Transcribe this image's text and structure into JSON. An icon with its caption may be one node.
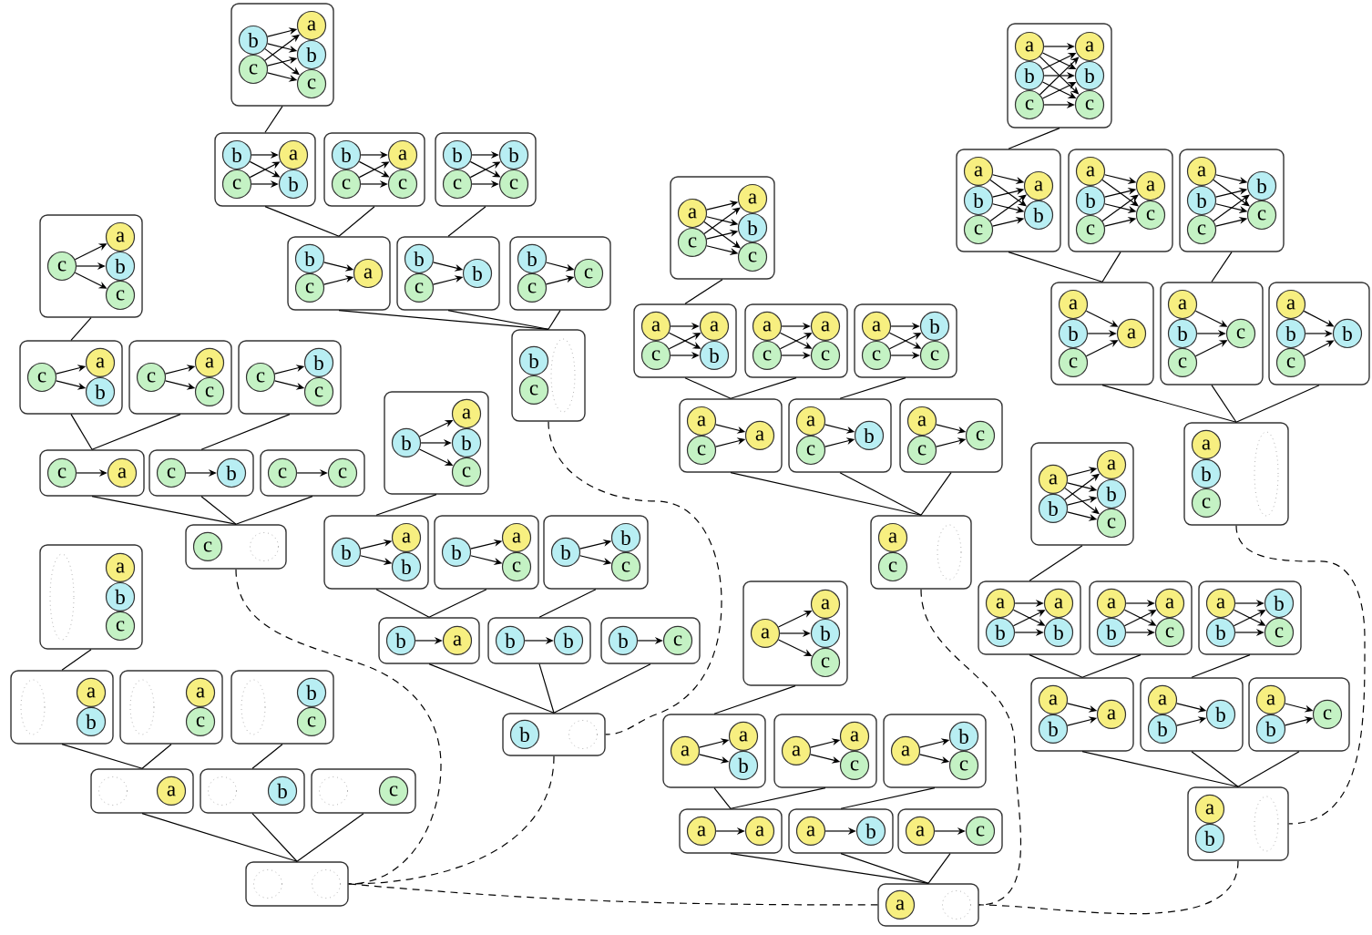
{
  "diagram": {
    "nodes": [
      {
        "text": [],
        "shape": "box"
      },
      {
        "text": [
          "b"
        ],
        "in": 0
      },
      {
        "text": [
          "c"
        ],
        "in": 0
      },
      {
        "text": [
          "a"
        ],
        "in": 0
      },
      {
        "text": [
          "b"
        ],
        "in": 0
      },
      {
        "text": [
          "c"
        ],
        "in": 0
      },
      {
        "text": [],
        "shape": "box"
      },
      {
        "text": [
          "b"
        ],
        "in": 6
      },
      {
        "text": [
          "c"
        ],
        "in": 6
      },
      {
        "text": [
          "a"
        ],
        "in": 6
      },
      {
        "text": [
          "b"
        ],
        "in": 6
      },
      {
        "text": [],
        "shape": "box"
      },
      {
        "text": [
          "b"
        ],
        "in": 11
      },
      {
        "text": [
          "c"
        ],
        "in": 11
      },
      {
        "text": [
          "a"
        ],
        "in": 11
      },
      {
        "text": [
          "c"
        ],
        "in": 11
      },
      {
        "text": [],
        "shape": "box"
      },
      {
        "text": [
          "b"
        ],
        "in": 16
      },
      {
        "text": [
          "c"
        ],
        "in": 16
      },
      {
        "text": [
          "b"
        ],
        "in": 16
      },
      {
        "text": [
          "c"
        ],
        "in": 16
      },
      {
        "text": [],
        "shape": "box"
      },
      {
        "text": [
          "b"
        ],
        "in": 21
      },
      {
        "text": [
          "c"
        ],
        "in": 21
      },
      {
        "text": [
          "a"
        ],
        "in": 21
      },
      {
        "text": [],
        "shape": "box"
      },
      {
        "text": [
          "b"
        ],
        "in": 25
      },
      {
        "text": [
          "c"
        ],
        "in": 25
      },
      {
        "text": [
          "b"
        ],
        "in": 25
      },
      {
        "text": [],
        "shape": "box"
      },
      {
        "text": [
          "b"
        ],
        "in": 29
      },
      {
        "text": [
          "c"
        ],
        "in": 29
      },
      {
        "text": [
          "c"
        ],
        "in": 29
      },
      {
        "text": [],
        "shape": "box"
      },
      {
        "text": [
          "b"
        ],
        "in": 33
      },
      {
        "text": [
          "c"
        ],
        "in": 33
      },
      {
        "text": [],
        "shape": "ellipse",
        "in": 33
      },
      {
        "text": [],
        "shape": "box"
      },
      {
        "text": [
          "a"
        ],
        "in": 37
      },
      {
        "text": [
          "b"
        ],
        "in": 37
      },
      {
        "text": [
          "c"
        ],
        "in": 37
      },
      {
        "text": [
          "a"
        ],
        "in": 37
      },
      {
        "text": [
          "b"
        ],
        "in": 37
      },
      {
        "text": [
          "c"
        ],
        "in": 37
      },
      {
        "text": [],
        "shape": "box"
      },
      {
        "text": [
          "a"
        ],
        "in": 44
      },
      {
        "text": [
          "b"
        ],
        "in": 44
      },
      {
        "text": [
          "c"
        ],
        "in": 44
      },
      {
        "text": [
          "a"
        ],
        "in": 44
      },
      {
        "text": [
          "b"
        ],
        "in": 44
      },
      {
        "text": [],
        "shape": "box"
      },
      {
        "text": [
          "a"
        ],
        "in": 50
      },
      {
        "text": [
          "b"
        ],
        "in": 50
      },
      {
        "text": [
          "c"
        ],
        "in": 50
      },
      {
        "text": [
          "a"
        ],
        "in": 50
      },
      {
        "text": [
          "c"
        ],
        "in": 50
      },
      {
        "text": [],
        "shape": "box"
      },
      {
        "text": [
          "a"
        ],
        "in": 56
      },
      {
        "text": [
          "b"
        ],
        "in": 56
      },
      {
        "text": [
          "c"
        ],
        "in": 56
      },
      {
        "text": [
          "b"
        ],
        "in": 56
      },
      {
        "text": [
          "c"
        ],
        "in": 56
      },
      {
        "text": [],
        "shape": "box"
      },
      {
        "text": [
          "a"
        ],
        "in": 62
      },
      {
        "text": [
          "b"
        ],
        "in": 62
      },
      {
        "text": [
          "c"
        ],
        "in": 62
      },
      {
        "text": [
          "a"
        ],
        "in": 62
      },
      {
        "text": [],
        "shape": "box"
      },
      {
        "text": [
          "a"
        ],
        "in": 67
      },
      {
        "text": [
          "b"
        ],
        "in": 67
      },
      {
        "text": [
          "c"
        ],
        "in": 67
      },
      {
        "text": [
          "c"
        ],
        "in": 67
      },
      {
        "text": [],
        "shape": "box"
      },
      {
        "text": [
          "a"
        ],
        "in": 72
      },
      {
        "text": [
          "b"
        ],
        "in": 72
      },
      {
        "text": [
          "c"
        ],
        "in": 72
      },
      {
        "text": [
          "b"
        ],
        "in": 72
      },
      {
        "text": [],
        "shape": "box"
      },
      {
        "text": [
          "a"
        ],
        "in": 77
      },
      {
        "text": [
          "b"
        ],
        "in": 77
      },
      {
        "text": [
          "c"
        ],
        "in": 77
      },
      {
        "text": [],
        "shape": "ellipse",
        "in": 77
      },
      {
        "text": [],
        "shape": "box"
      },
      {
        "text": [
          "c"
        ],
        "in": 82
      },
      {
        "text": [
          "a"
        ],
        "in": 82
      },
      {
        "text": [
          "b"
        ],
        "in": 82
      },
      {
        "text": [
          "c"
        ],
        "in": 82
      },
      {
        "text": [],
        "shape": "box"
      },
      {
        "text": [
          "c"
        ],
        "in": 87
      },
      {
        "text": [
          "a"
        ],
        "in": 87
      },
      {
        "text": [
          "b"
        ],
        "in": 87
      },
      {
        "text": [],
        "shape": "box"
      },
      {
        "text": [
          "c"
        ],
        "in": 91
      },
      {
        "text": [
          "a"
        ],
        "in": 91
      },
      {
        "text": [
          "c"
        ],
        "in": 91
      },
      {
        "text": [],
        "shape": "box"
      },
      {
        "text": [
          "c"
        ],
        "in": 95
      },
      {
        "text": [
          "b"
        ],
        "in": 95
      },
      {
        "text": [
          "c"
        ],
        "in": 95
      },
      {
        "text": [],
        "shape": "box"
      },
      {
        "text": [
          "c"
        ],
        "in": 99
      },
      {
        "text": [
          "a"
        ],
        "in": 99
      },
      {
        "text": [],
        "shape": "box"
      },
      {
        "text": [
          "c"
        ],
        "in": 102
      },
      {
        "text": [
          "b"
        ],
        "in": 102
      },
      {
        "text": [],
        "shape": "box"
      },
      {
        "text": [
          "c"
        ],
        "in": 105
      },
      {
        "text": [
          "c"
        ],
        "in": 105
      },
      {
        "text": [],
        "shape": "box"
      },
      {
        "text": [
          "c"
        ],
        "in": 108
      },
      {
        "text": [],
        "shape": "circle",
        "in": 108
      },
      {
        "text": [],
        "shape": "box"
      },
      {
        "text": [
          "a"
        ],
        "in": 111
      },
      {
        "text": [
          "c"
        ],
        "in": 111
      },
      {
        "text": [
          "a"
        ],
        "in": 111
      },
      {
        "text": [
          "b"
        ],
        "in": 111
      },
      {
        "text": [
          "c"
        ],
        "in": 111
      },
      {
        "text": [],
        "shape": "box"
      },
      {
        "text": [
          "a"
        ],
        "in": 117
      },
      {
        "text": [
          "c"
        ],
        "in": 117
      },
      {
        "text": [
          "a"
        ],
        "in": 117
      },
      {
        "text": [
          "b"
        ],
        "in": 117
      },
      {
        "text": [],
        "shape": "box"
      },
      {
        "text": [
          "a"
        ],
        "in": 122
      },
      {
        "text": [
          "c"
        ],
        "in": 122
      },
      {
        "text": [
          "a"
        ],
        "in": 122
      },
      {
        "text": [
          "c"
        ],
        "in": 122
      },
      {
        "text": [],
        "shape": "box"
      },
      {
        "text": [
          "a"
        ],
        "in": 127
      },
      {
        "text": [
          "c"
        ],
        "in": 127
      },
      {
        "text": [
          "b"
        ],
        "in": 127
      },
      {
        "text": [
          "c"
        ],
        "in": 127
      },
      {
        "text": [],
        "shape": "box"
      },
      {
        "text": [
          "a"
        ],
        "in": 132
      },
      {
        "text": [
          "c"
        ],
        "in": 132
      },
      {
        "text": [
          "a"
        ],
        "in": 132
      },
      {
        "text": [],
        "shape": "box"
      },
      {
        "text": [
          "a"
        ],
        "in": 136
      },
      {
        "text": [
          "c"
        ],
        "in": 136
      },
      {
        "text": [
          "b"
        ],
        "in": 136
      },
      {
        "text": [],
        "shape": "box"
      },
      {
        "text": [
          "a"
        ],
        "in": 140
      },
      {
        "text": [
          "c"
        ],
        "in": 140
      },
      {
        "text": [
          "c"
        ],
        "in": 140
      },
      {
        "text": [],
        "shape": "box"
      },
      {
        "text": [
          "a"
        ],
        "in": 144
      },
      {
        "text": [
          "c"
        ],
        "in": 144
      },
      {
        "text": [],
        "shape": "ellipse",
        "in": 144
      },
      {
        "text": [],
        "shape": "box"
      },
      {
        "text": [
          "b"
        ],
        "in": 148
      },
      {
        "text": [
          "a"
        ],
        "in": 148
      },
      {
        "text": [
          "b"
        ],
        "in": 148
      },
      {
        "text": [
          "c"
        ],
        "in": 148
      },
      {
        "text": [],
        "shape": "box"
      },
      {
        "text": [
          "b"
        ],
        "in": 153
      },
      {
        "text": [
          "a"
        ],
        "in": 153
      },
      {
        "text": [
          "b"
        ],
        "in": 153
      },
      {
        "text": [],
        "shape": "box"
      },
      {
        "text": [
          "b"
        ],
        "in": 157
      },
      {
        "text": [
          "a"
        ],
        "in": 157
      },
      {
        "text": [
          "c"
        ],
        "in": 157
      },
      {
        "text": [],
        "shape": "box"
      },
      {
        "text": [
          "b"
        ],
        "in": 161
      },
      {
        "text": [
          "b"
        ],
        "in": 161
      },
      {
        "text": [
          "c"
        ],
        "in": 161
      },
      {
        "text": [],
        "shape": "box"
      },
      {
        "text": [
          "b"
        ],
        "in": 165
      },
      {
        "text": [
          "a"
        ],
        "in": 165
      },
      {
        "text": [],
        "shape": "box"
      },
      {
        "text": [
          "b"
        ],
        "in": 168
      },
      {
        "text": [
          "b"
        ],
        "in": 168
      },
      {
        "text": [],
        "shape": "box"
      },
      {
        "text": [
          "b"
        ],
        "in": 171
      },
      {
        "text": [
          "c"
        ],
        "in": 171
      },
      {
        "text": [],
        "shape": "box"
      },
      {
        "text": [
          "b"
        ],
        "in": 174
      },
      {
        "text": [],
        "shape": "circle",
        "in": 174
      },
      {
        "text": [],
        "shape": "box"
      },
      {
        "text": [
          "a"
        ],
        "in": 177
      },
      {
        "text": [
          "b"
        ],
        "in": 177
      },
      {
        "text": [
          "a"
        ],
        "in": 177
      },
      {
        "text": [
          "b"
        ],
        "in": 177
      },
      {
        "text": [
          "c"
        ],
        "in": 177
      },
      {
        "text": [],
        "shape": "box"
      },
      {
        "text": [
          "a"
        ],
        "in": 183
      },
      {
        "text": [
          "b"
        ],
        "in": 183
      },
      {
        "text": [
          "a"
        ],
        "in": 183
      },
      {
        "text": [
          "b"
        ],
        "in": 183
      },
      {
        "text": [],
        "shape": "box"
      },
      {
        "text": [
          "a"
        ],
        "in": 188
      },
      {
        "text": [
          "b"
        ],
        "in": 188
      },
      {
        "text": [
          "a"
        ],
        "in": 188
      },
      {
        "text": [
          "c"
        ],
        "in": 188
      },
      {
        "text": [],
        "shape": "box"
      },
      {
        "text": [
          "a"
        ],
        "in": 193
      },
      {
        "text": [
          "b"
        ],
        "in": 193
      },
      {
        "text": [
          "b"
        ],
        "in": 193
      },
      {
        "text": [
          "c"
        ],
        "in": 193
      },
      {
        "text": [],
        "shape": "box"
      },
      {
        "text": [
          "a"
        ],
        "in": 198
      },
      {
        "text": [
          "b"
        ],
        "in": 198
      },
      {
        "text": [
          "a"
        ],
        "in": 198
      },
      {
        "text": [],
        "shape": "box"
      },
      {
        "text": [
          "a"
        ],
        "in": 202
      },
      {
        "text": [
          "b"
        ],
        "in": 202
      },
      {
        "text": [
          "b"
        ],
        "in": 202
      },
      {
        "text": [],
        "shape": "box"
      },
      {
        "text": [
          "a"
        ],
        "in": 206
      },
      {
        "text": [
          "b"
        ],
        "in": 206
      },
      {
        "text": [
          "c"
        ],
        "in": 206
      },
      {
        "text": [],
        "shape": "box"
      },
      {
        "text": [
          "a"
        ],
        "in": 210
      },
      {
        "text": [
          "b"
        ],
        "in": 210
      },
      {
        "text": [],
        "shape": "ellipse",
        "in": 210
      },
      {
        "text": [],
        "shape": "box"
      },
      {
        "text": [],
        "shape": "ellipse",
        "in": 214
      },
      {
        "text": [
          "a"
        ],
        "in": 214
      },
      {
        "text": [
          "b"
        ],
        "in": 214
      },
      {
        "text": [
          "c"
        ],
        "in": 214
      },
      {
        "text": [],
        "shape": "box"
      },
      {
        "text": [],
        "shape": "ellipse",
        "in": 219
      },
      {
        "text": [
          "a"
        ],
        "in": 219
      },
      {
        "text": [
          "b"
        ],
        "in": 219
      },
      {
        "text": [],
        "shape": "box"
      },
      {
        "text": [],
        "shape": "ellipse",
        "in": 223
      },
      {
        "text": [
          "a"
        ],
        "in": 223
      },
      {
        "text": [
          "c"
        ],
        "in": 223
      },
      {
        "text": [],
        "shape": "box"
      },
      {
        "text": [],
        "shape": "ellipse",
        "in": 227
      },
      {
        "text": [
          "b"
        ],
        "in": 227
      },
      {
        "text": [
          "c"
        ],
        "in": 227
      },
      {
        "text": [],
        "shape": "box"
      },
      {
        "text": [],
        "shape": "circle",
        "in": 231
      },
      {
        "text": [
          "a"
        ],
        "in": 231
      },
      {
        "text": [],
        "shape": "box"
      },
      {
        "text": [],
        "shape": "circle",
        "in": 234
      },
      {
        "text": [
          "b"
        ],
        "in": 234
      },
      {
        "text": [],
        "shape": "box"
      },
      {
        "text": [],
        "shape": "circle",
        "in": 237
      },
      {
        "text": [
          "c"
        ],
        "in": 237
      },
      {
        "text": [],
        "shape": "box"
      },
      {
        "text": [],
        "shape": "circle",
        "in": 240
      },
      {
        "text": [],
        "shape": "circle",
        "in": 240
      },
      {
        "text": [],
        "shape": "box"
      },
      {
        "text": [
          "a"
        ],
        "in": 243
      },
      {
        "text": [
          "a"
        ],
        "in": 243
      },
      {
        "text": [
          "b"
        ],
        "in": 243
      },
      {
        "text": [
          "c"
        ],
        "in": 243
      },
      {
        "text": [],
        "shape": "box"
      },
      {
        "text": [
          "a"
        ],
        "in": 248
      },
      {
        "text": [
          "a"
        ],
        "in": 248
      },
      {
        "text": [
          "b"
        ],
        "in": 248
      },
      {
        "text": [],
        "shape": "box"
      },
      {
        "text": [
          "a"
        ],
        "in": 252
      },
      {
        "text": [
          "a"
        ],
        "in": 252
      },
      {
        "text": [
          "c"
        ],
        "in": 252
      },
      {
        "text": [],
        "shape": "box"
      },
      {
        "text": [
          "a"
        ],
        "in": 256
      },
      {
        "text": [
          "b"
        ],
        "in": 256
      },
      {
        "text": [
          "c"
        ],
        "in": 256
      },
      {
        "text": [],
        "shape": "box"
      },
      {
        "text": [
          "a"
        ],
        "in": 260
      },
      {
        "text": [
          "a"
        ],
        "in": 260
      },
      {
        "text": [],
        "shape": "box"
      },
      {
        "text": [
          "a"
        ],
        "in": 263
      },
      {
        "text": [
          "b"
        ],
        "in": 263
      },
      {
        "text": [],
        "shape": "box"
      },
      {
        "text": [
          "a"
        ],
        "in": 266
      },
      {
        "text": [
          "c"
        ],
        "in": 266
      },
      {
        "text": [],
        "shape": "box"
      },
      {
        "text": [
          "a"
        ],
        "in": 269
      },
      {
        "text": [],
        "shape": "circle",
        "in": 269
      }
    ],
    "edges": [
      {
        "from": 108,
        "to": 240,
        "arrow": "none",
        "style": "dashed"
      },
      {
        "from": 174,
        "to": 240,
        "arrow": "none",
        "style": "dashed"
      },
      {
        "from": 240,
        "to": 269,
        "arrow": "none",
        "style": "dashed"
      },
      {
        "from": 33,
        "to": 174,
        "arrow": "none",
        "style": "dashed"
      },
      {
        "from": 144,
        "to": 269,
        "arrow": "none",
        "style": "dashed"
      },
      {
        "from": 210,
        "to": 269,
        "arrow": "none",
        "style": "dashed"
      },
      {
        "from": 77,
        "to": 210,
        "arrow": "none",
        "style": "dashed"
      },
      {
        "from": 0,
        "to": 6,
        "arrow": "none"
      },
      {
        "from": 6,
        "to": 21,
        "arrow": "none"
      },
      {
        "from": 11,
        "to": 21,
        "arrow": "none"
      },
      {
        "from": 16,
        "to": 25,
        "arrow": "none"
      },
      {
        "from": 21,
        "to": 33,
        "arrow": "none"
      },
      {
        "from": 25,
        "to": 33,
        "arrow": "none"
      },
      {
        "from": 29,
        "to": 33,
        "arrow": "none"
      },
      {
        "from": 37,
        "to": 44,
        "arrow": "none"
      },
      {
        "from": 44,
        "to": 62,
        "arrow": "none"
      },
      {
        "from": 50,
        "to": 62,
        "arrow": "none"
      },
      {
        "from": 56,
        "to": 67,
        "arrow": "none"
      },
      {
        "from": 62,
        "to": 77,
        "arrow": "none"
      },
      {
        "from": 67,
        "to": 77,
        "arrow": "none"
      },
      {
        "from": 72,
        "to": 77,
        "arrow": "none"
      },
      {
        "from": 82,
        "to": 87,
        "arrow": "none"
      },
      {
        "from": 87,
        "to": 99,
        "arrow": "none"
      },
      {
        "from": 91,
        "to": 99,
        "arrow": "none"
      },
      {
        "from": 95,
        "to": 102,
        "arrow": "none"
      },
      {
        "from": 99,
        "to": 108,
        "arrow": "none"
      },
      {
        "from": 102,
        "to": 108,
        "arrow": "none"
      },
      {
        "from": 105,
        "to": 108,
        "arrow": "none"
      },
      {
        "from": 111,
        "to": 117,
        "arrow": "none"
      },
      {
        "from": 117,
        "to": 132,
        "arrow": "none"
      },
      {
        "from": 122,
        "to": 132,
        "arrow": "none"
      },
      {
        "from": 127,
        "to": 136,
        "arrow": "none"
      },
      {
        "from": 132,
        "to": 144,
        "arrow": "none"
      },
      {
        "from": 136,
        "to": 144,
        "arrow": "none"
      },
      {
        "from": 140,
        "to": 144,
        "arrow": "none"
      },
      {
        "from": 148,
        "to": 153,
        "arrow": "none"
      },
      {
        "from": 153,
        "to": 165,
        "arrow": "none"
      },
      {
        "from": 157,
        "to": 165,
        "arrow": "none"
      },
      {
        "from": 161,
        "to": 168,
        "arrow": "none"
      },
      {
        "from": 165,
        "to": 174,
        "arrow": "none"
      },
      {
        "from": 168,
        "to": 174,
        "arrow": "none"
      },
      {
        "from": 171,
        "to": 174,
        "arrow": "none"
      },
      {
        "from": 177,
        "to": 183,
        "arrow": "none"
      },
      {
        "from": 183,
        "to": 198,
        "arrow": "none"
      },
      {
        "from": 188,
        "to": 198,
        "arrow": "none"
      },
      {
        "from": 193,
        "to": 202,
        "arrow": "none"
      },
      {
        "from": 198,
        "to": 210,
        "arrow": "none"
      },
      {
        "from": 202,
        "to": 210,
        "arrow": "none"
      },
      {
        "from": 206,
        "to": 210,
        "arrow": "none"
      },
      {
        "from": 214,
        "to": 219,
        "arrow": "none"
      },
      {
        "from": 219,
        "to": 231,
        "arrow": "none"
      },
      {
        "from": 223,
        "to": 231,
        "arrow": "none"
      },
      {
        "from": 227,
        "to": 234,
        "arrow": "none"
      },
      {
        "from": 231,
        "to": 240,
        "arrow": "none"
      },
      {
        "from": 234,
        "to": 240,
        "arrow": "none"
      },
      {
        "from": 237,
        "to": 240,
        "arrow": "none"
      },
      {
        "from": 243,
        "to": 248,
        "arrow": "none"
      },
      {
        "from": 248,
        "to": 260,
        "arrow": "none"
      },
      {
        "from": 252,
        "to": 260,
        "arrow": "none"
      },
      {
        "from": 256,
        "to": 263,
        "arrow": "none"
      },
      {
        "from": 260,
        "to": 269,
        "arrow": "none"
      },
      {
        "from": 263,
        "to": 269,
        "arrow": "none"
      },
      {
        "from": 266,
        "to": 269,
        "arrow": "none"
      },
      {
        "from": 1,
        "to": 3,
        "arrow": "to"
      },
      {
        "from": 1,
        "to": 4,
        "arrow": "to"
      },
      {
        "from": 1,
        "to": 5,
        "arrow": "to"
      },
      {
        "from": 2,
        "to": 3,
        "arrow": "to"
      },
      {
        "from": 2,
        "to": 4,
        "arrow": "to"
      },
      {
        "from": 2,
        "to": 5,
        "arrow": "to"
      },
      {
        "from": 7,
        "to": 9,
        "arrow": "to"
      },
      {
        "from": 7,
        "to": 10,
        "arrow": "to"
      },
      {
        "from": 8,
        "to": 9,
        "arrow": "to"
      },
      {
        "from": 8,
        "to": 10,
        "arrow": "to"
      },
      {
        "from": 12,
        "to": 14,
        "arrow": "to"
      },
      {
        "from": 12,
        "to": 15,
        "arrow": "to"
      },
      {
        "from": 13,
        "to": 14,
        "arrow": "to"
      },
      {
        "from": 13,
        "to": 15,
        "arrow": "to"
      },
      {
        "from": 17,
        "to": 19,
        "arrow": "to"
      },
      {
        "from": 17,
        "to": 20,
        "arrow": "to"
      },
      {
        "from": 18,
        "to": 19,
        "arrow": "to"
      },
      {
        "from": 18,
        "to": 20,
        "arrow": "to"
      },
      {
        "from": 22,
        "to": 24,
        "arrow": "to"
      },
      {
        "from": 23,
        "to": 24,
        "arrow": "to"
      },
      {
        "from": 26,
        "to": 28,
        "arrow": "to"
      },
      {
        "from": 27,
        "to": 28,
        "arrow": "to"
      },
      {
        "from": 30,
        "to": 32,
        "arrow": "to"
      },
      {
        "from": 31,
        "to": 32,
        "arrow": "to"
      },
      {
        "from": 38,
        "to": 41,
        "arrow": "to"
      },
      {
        "from": 38,
        "to": 42,
        "arrow": "to"
      },
      {
        "from": 38,
        "to": 43,
        "arrow": "to"
      },
      {
        "from": 39,
        "to": 41,
        "arrow": "to"
      },
      {
        "from": 39,
        "to": 42,
        "arrow": "to"
      },
      {
        "from": 39,
        "to": 43,
        "arrow": "to"
      },
      {
        "from": 40,
        "to": 41,
        "arrow": "to"
      },
      {
        "from": 40,
        "to": 42,
        "arrow": "to"
      },
      {
        "from": 40,
        "to": 43,
        "arrow": "to"
      },
      {
        "from": 45,
        "to": 48,
        "arrow": "to"
      },
      {
        "from": 45,
        "to": 49,
        "arrow": "to"
      },
      {
        "from": 46,
        "to": 48,
        "arrow": "to"
      },
      {
        "from": 46,
        "to": 49,
        "arrow": "to"
      },
      {
        "from": 47,
        "to": 48,
        "arrow": "to"
      },
      {
        "from": 47,
        "to": 49,
        "arrow": "to"
      },
      {
        "from": 51,
        "to": 54,
        "arrow": "to"
      },
      {
        "from": 51,
        "to": 55,
        "arrow": "to"
      },
      {
        "from": 52,
        "to": 54,
        "arrow": "to"
      },
      {
        "from": 52,
        "to": 55,
        "arrow": "to"
      },
      {
        "from": 53,
        "to": 54,
        "arrow": "to"
      },
      {
        "from": 53,
        "to": 55,
        "arrow": "to"
      },
      {
        "from": 57,
        "to": 60,
        "arrow": "to"
      },
      {
        "from": 57,
        "to": 61,
        "arrow": "to"
      },
      {
        "from": 58,
        "to": 60,
        "arrow": "to"
      },
      {
        "from": 58,
        "to": 61,
        "arrow": "to"
      },
      {
        "from": 59,
        "to": 60,
        "arrow": "to"
      },
      {
        "from": 59,
        "to": 61,
        "arrow": "to"
      },
      {
        "from": 63,
        "to": 66,
        "arrow": "to"
      },
      {
        "from": 64,
        "to": 66,
        "arrow": "to"
      },
      {
        "from": 65,
        "to": 66,
        "arrow": "to"
      },
      {
        "from": 68,
        "to": 71,
        "arrow": "to"
      },
      {
        "from": 69,
        "to": 71,
        "arrow": "to"
      },
      {
        "from": 70,
        "to": 71,
        "arrow": "to"
      },
      {
        "from": 73,
        "to": 76,
        "arrow": "to"
      },
      {
        "from": 74,
        "to": 76,
        "arrow": "to"
      },
      {
        "from": 75,
        "to": 76,
        "arrow": "to"
      },
      {
        "from": 83,
        "to": 84,
        "arrow": "to"
      },
      {
        "from": 83,
        "to": 85,
        "arrow": "to"
      },
      {
        "from": 83,
        "to": 86,
        "arrow": "to"
      },
      {
        "from": 88,
        "to": 89,
        "arrow": "to"
      },
      {
        "from": 88,
        "to": 90,
        "arrow": "to"
      },
      {
        "from": 92,
        "to": 93,
        "arrow": "to"
      },
      {
        "from": 92,
        "to": 94,
        "arrow": "to"
      },
      {
        "from": 96,
        "to": 97,
        "arrow": "to"
      },
      {
        "from": 96,
        "to": 98,
        "arrow": "to"
      },
      {
        "from": 100,
        "to": 101,
        "arrow": "to"
      },
      {
        "from": 103,
        "to": 104,
        "arrow": "to"
      },
      {
        "from": 106,
        "to": 107,
        "arrow": "to"
      },
      {
        "from": 112,
        "to": 114,
        "arrow": "to"
      },
      {
        "from": 112,
        "to": 115,
        "arrow": "to"
      },
      {
        "from": 112,
        "to": 116,
        "arrow": "to"
      },
      {
        "from": 113,
        "to": 114,
        "arrow": "to"
      },
      {
        "from": 113,
        "to": 115,
        "arrow": "to"
      },
      {
        "from": 113,
        "to": 116,
        "arrow": "to"
      },
      {
        "from": 118,
        "to": 120,
        "arrow": "to"
      },
      {
        "from": 118,
        "to": 121,
        "arrow": "to"
      },
      {
        "from": 119,
        "to": 120,
        "arrow": "to"
      },
      {
        "from": 119,
        "to": 121,
        "arrow": "to"
      },
      {
        "from": 123,
        "to": 125,
        "arrow": "to"
      },
      {
        "from": 123,
        "to": 126,
        "arrow": "to"
      },
      {
        "from": 124,
        "to": 125,
        "arrow": "to"
      },
      {
        "from": 124,
        "to": 126,
        "arrow": "to"
      },
      {
        "from": 128,
        "to": 130,
        "arrow": "to"
      },
      {
        "from": 128,
        "to": 131,
        "arrow": "to"
      },
      {
        "from": 129,
        "to": 130,
        "arrow": "to"
      },
      {
        "from": 129,
        "to": 131,
        "arrow": "to"
      },
      {
        "from": 133,
        "to": 135,
        "arrow": "to"
      },
      {
        "from": 134,
        "to": 135,
        "arrow": "to"
      },
      {
        "from": 137,
        "to": 139,
        "arrow": "to"
      },
      {
        "from": 138,
        "to": 139,
        "arrow": "to"
      },
      {
        "from": 141,
        "to": 143,
        "arrow": "to"
      },
      {
        "from": 142,
        "to": 143,
        "arrow": "to"
      },
      {
        "from": 149,
        "to": 150,
        "arrow": "to"
      },
      {
        "from": 149,
        "to": 151,
        "arrow": "to"
      },
      {
        "from": 149,
        "to": 152,
        "arrow": "to"
      },
      {
        "from": 154,
        "to": 155,
        "arrow": "to"
      },
      {
        "from": 154,
        "to": 156,
        "arrow": "to"
      },
      {
        "from": 158,
        "to": 159,
        "arrow": "to"
      },
      {
        "from": 158,
        "to": 160,
        "arrow": "to"
      },
      {
        "from": 162,
        "to": 163,
        "arrow": "to"
      },
      {
        "from": 162,
        "to": 164,
        "arrow": "to"
      },
      {
        "from": 166,
        "to": 167,
        "arrow": "to"
      },
      {
        "from": 169,
        "to": 170,
        "arrow": "to"
      },
      {
        "from": 172,
        "to": 173,
        "arrow": "to"
      },
      {
        "from": 178,
        "to": 180,
        "arrow": "to"
      },
      {
        "from": 178,
        "to": 181,
        "arrow": "to"
      },
      {
        "from": 178,
        "to": 182,
        "arrow": "to"
      },
      {
        "from": 179,
        "to": 180,
        "arrow": "to"
      },
      {
        "from": 179,
        "to": 181,
        "arrow": "to"
      },
      {
        "from": 179,
        "to": 182,
        "arrow": "to"
      },
      {
        "from": 184,
        "to": 186,
        "arrow": "to"
      },
      {
        "from": 184,
        "to": 187,
        "arrow": "to"
      },
      {
        "from": 185,
        "to": 186,
        "arrow": "to"
      },
      {
        "from": 185,
        "to": 187,
        "arrow": "to"
      },
      {
        "from": 189,
        "to": 191,
        "arrow": "to"
      },
      {
        "from": 189,
        "to": 192,
        "arrow": "to"
      },
      {
        "from": 190,
        "to": 191,
        "arrow": "to"
      },
      {
        "from": 190,
        "to": 192,
        "arrow": "to"
      },
      {
        "from": 194,
        "to": 196,
        "arrow": "to"
      },
      {
        "from": 194,
        "to": 197,
        "arrow": "to"
      },
      {
        "from": 195,
        "to": 196,
        "arrow": "to"
      },
      {
        "from": 195,
        "to": 197,
        "arrow": "to"
      },
      {
        "from": 199,
        "to": 201,
        "arrow": "to"
      },
      {
        "from": 200,
        "to": 201,
        "arrow": "to"
      },
      {
        "from": 203,
        "to": 205,
        "arrow": "to"
      },
      {
        "from": 204,
        "to": 205,
        "arrow": "to"
      },
      {
        "from": 207,
        "to": 209,
        "arrow": "to"
      },
      {
        "from": 208,
        "to": 209,
        "arrow": "to"
      },
      {
        "from": 244,
        "to": 245,
        "arrow": "to"
      },
      {
        "from": 244,
        "to": 246,
        "arrow": "to"
      },
      {
        "from": 244,
        "to": 247,
        "arrow": "to"
      },
      {
        "from": 249,
        "to": 250,
        "arrow": "to"
      },
      {
        "from": 249,
        "to": 251,
        "arrow": "to"
      },
      {
        "from": 253,
        "to": 254,
        "arrow": "to"
      },
      {
        "from": 253,
        "to": 255,
        "arrow": "to"
      },
      {
        "from": 257,
        "to": 258,
        "arrow": "to"
      },
      {
        "from": 257,
        "to": 259,
        "arrow": "to"
      },
      {
        "from": 261,
        "to": 262,
        "arrow": "to"
      },
      {
        "from": 264,
        "to": 265,
        "arrow": "to"
      },
      {
        "from": 267,
        "to": 268,
        "arrow": "to"
      }
    ]
  }
}
